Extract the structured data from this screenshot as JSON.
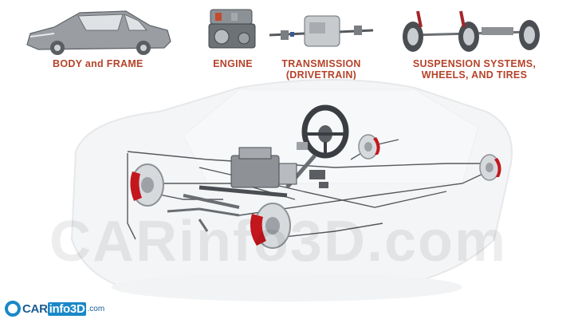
{
  "categories": [
    {
      "label_1": "BODY and FRAME",
      "label_2": ""
    },
    {
      "label_1": "ENGINE",
      "label_2": ""
    },
    {
      "label_1": "TRANSMISSION",
      "label_2": "(DRIVETRAIN)"
    },
    {
      "label_1": "SUSPENSION SYSTEMS,",
      "label_2": "WHEELS, AND TIRES"
    }
  ],
  "watermark": "CARinfo3D.com",
  "logo": {
    "part_1": "CAR",
    "part_2": "info3D",
    "part_3": ".com"
  },
  "colors": {
    "label": "#b5432a",
    "caliper": "#c3161d",
    "logo_blue": "#1a87c7"
  }
}
